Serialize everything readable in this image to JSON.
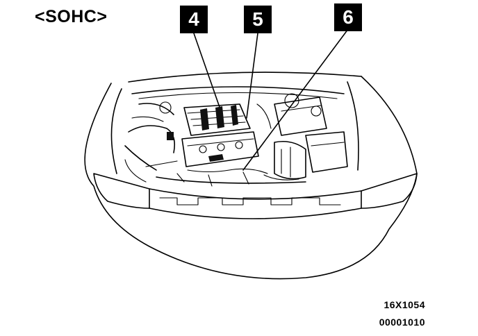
{
  "diagram": {
    "title": "<SOHC>",
    "callouts": [
      {
        "label": "4"
      },
      {
        "label": "5"
      },
      {
        "label": "6"
      }
    ],
    "reference_codes": [
      "16X1054",
      "00001010"
    ]
  }
}
